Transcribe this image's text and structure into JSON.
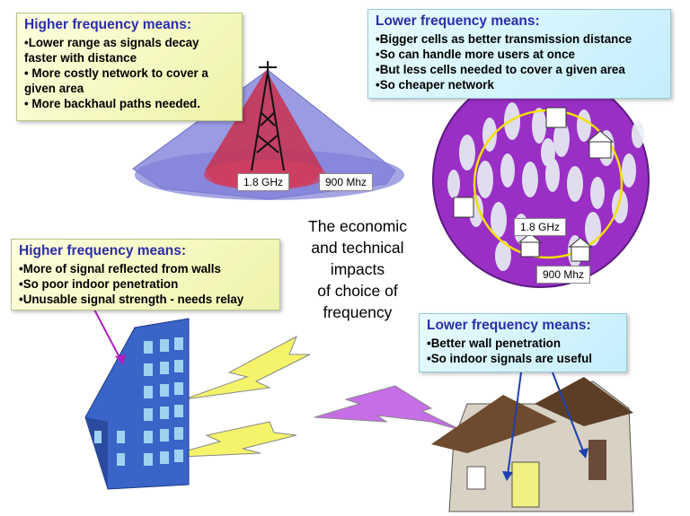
{
  "top_left": {
    "title": "Higher frequency means:",
    "items": [
      "•Lower range as signals decay faster with distance",
      "• More costly network to cover a given area",
      "• More backhaul paths needed."
    ]
  },
  "top_right": {
    "title": "Lower frequency means:",
    "items": [
      "•Bigger cells as better transmission distance",
      "•So can handle more users at once",
      "•But less cells needed to cover a given area",
      "•So cheaper network"
    ]
  },
  "mid_left": {
    "title": "Higher frequency means:",
    "items": [
      "•More of signal reflected from walls",
      "•So poor indoor penetration",
      "•Unusable signal strength - needs relay"
    ]
  },
  "bottom_right": {
    "title": "Lower frequency means:",
    "items": [
      "•Better wall penetration",
      "•So indoor signals are useful"
    ]
  },
  "center_text": [
    "The economic",
    "and technical",
    "impacts",
    "of choice of",
    "frequency"
  ],
  "tower_labels": {
    "high": "1.8 GHz",
    "low": "900 Mhz"
  },
  "cell_labels": {
    "high": "1.8 GHz",
    "low": "900 Mhz"
  },
  "colors": {
    "title": "#2b2ea8",
    "cone_outer": "#7f7fd8",
    "cone_inner": "#c0304a",
    "crowd_bg": "#9b2fc8",
    "bolt": "#f4f46a",
    "bolt_purple": "#c060e0"
  }
}
